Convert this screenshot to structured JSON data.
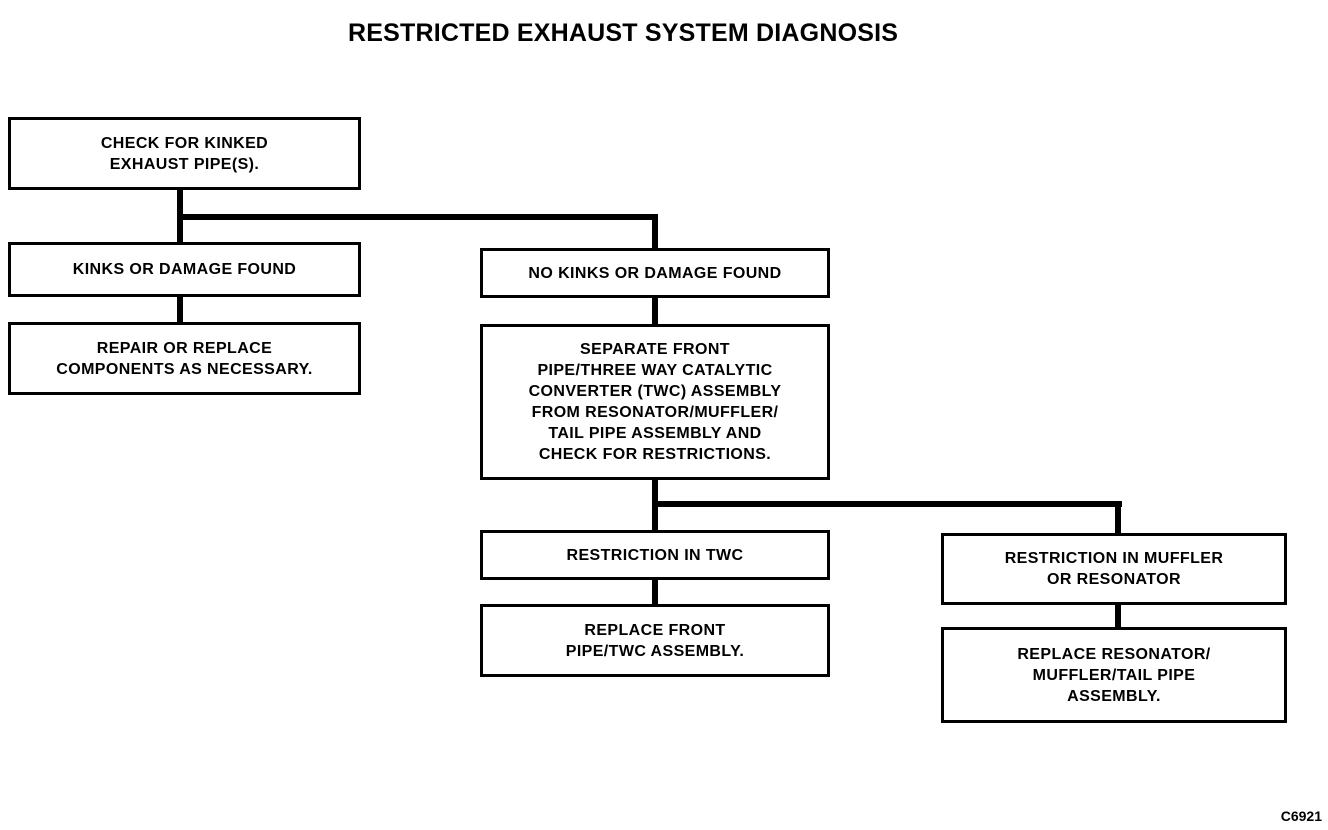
{
  "title": "RESTRICTED EXHAUST SYSTEM DIAGNOSIS",
  "nodes": {
    "check_kinked": "CHECK FOR KINKED\nEXHAUST PIPE(S).",
    "kinks_found": "KINKS OR DAMAGE FOUND",
    "repair_replace": "REPAIR OR REPLACE\nCOMPONENTS AS NECESSARY.",
    "no_kinks": "NO KINKS OR DAMAGE FOUND",
    "separate_front": "SEPARATE FRONT\nPIPE/THREE WAY CATALYTIC\nCONVERTER (TWC) ASSEMBLY\nFROM RESONATOR/MUFFLER/\nTAIL PIPE ASSEMBLY AND\nCHECK FOR RESTRICTIONS.",
    "restriction_twc": "RESTRICTION IN TWC",
    "replace_front_pipe": "REPLACE FRONT\nPIPE/TWC ASSEMBLY.",
    "restriction_muffler": "RESTRICTION IN MUFFLER\nOR RESONATOR",
    "replace_resonator": "REPLACE RESONATOR/\nMUFFLER/TAIL PIPE\nASSEMBLY."
  },
  "figure_code": "C6921"
}
